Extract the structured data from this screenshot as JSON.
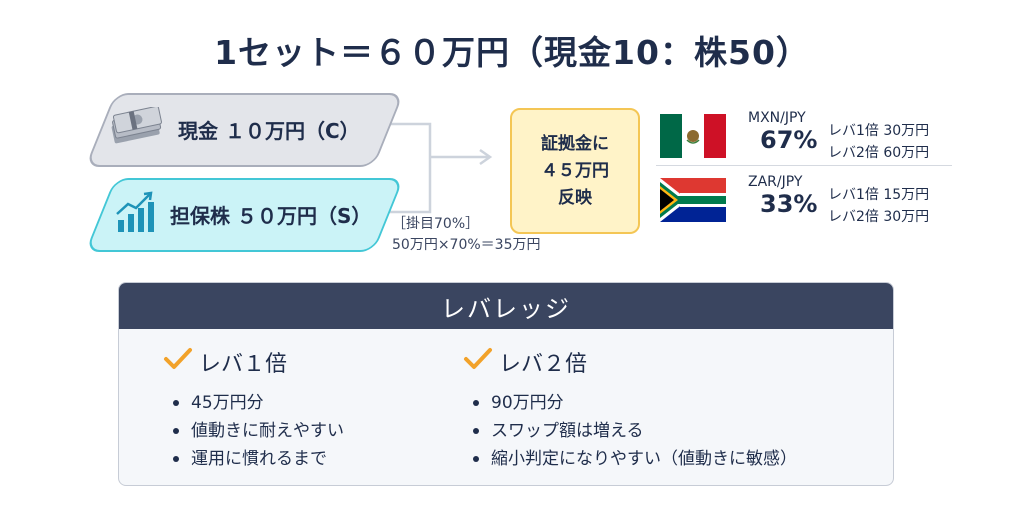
{
  "title": "1セット＝６０万円（現金10：株50）",
  "cash": {
    "label": "現金 １０万円（C）",
    "icon": "money-stack-icon"
  },
  "stock": {
    "label": "担保株 ５０万円（S）",
    "icon": "bar-chart-growth-icon"
  },
  "haircut": {
    "tag": "［掛目70%］",
    "calc": "50万円×70%＝35万円"
  },
  "margin": {
    "lines": [
      "証拠金に",
      "４５万円",
      "反映"
    ]
  },
  "pairs": [
    {
      "code": "MXN/JPY",
      "percent": "67%",
      "lev1": "レバ1倍 30万円",
      "lev2": "レバ2倍 60万円",
      "flag": "mexico-flag-icon"
    },
    {
      "code": "ZAR/JPY",
      "percent": "33%",
      "lev1": "レバ1倍 15万円",
      "lev2": "レバ2倍 30万円",
      "flag": "south-africa-flag-icon"
    }
  ],
  "leverage": {
    "header": "レバレッジ",
    "columns": [
      {
        "title": "レバ１倍",
        "items": [
          "45万円分",
          "値動きに耐えやすい",
          "運用に慣れるまで"
        ]
      },
      {
        "title": "レバ２倍",
        "items": [
          "90万円分",
          "スワップ額は増える",
          "縮小判定になりやすい（値動きに敏感）"
        ]
      }
    ]
  },
  "colors": {
    "navy": "#3a4560",
    "cash_fill": "#e3e5ea",
    "stock_fill": "#cbf3f7",
    "stock_border": "#43c7d6",
    "margin_fill": "#fff3c8",
    "margin_border": "#f4c655",
    "check": "#f2a22a"
  }
}
